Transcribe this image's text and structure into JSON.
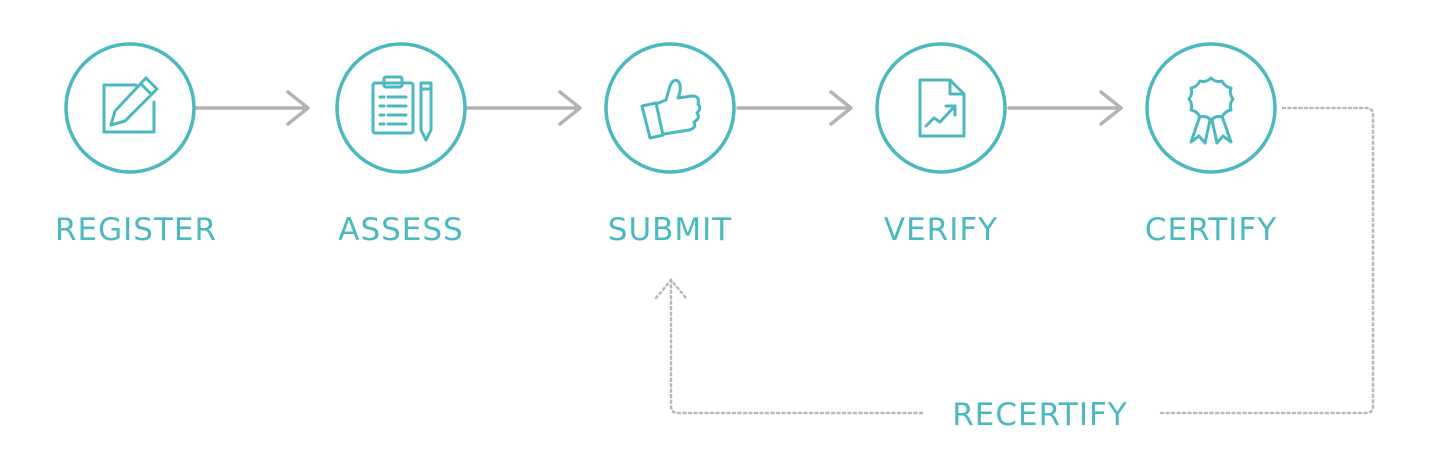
{
  "colors": {
    "accent": "#4cb8bf",
    "arrow": "#b3b3b3",
    "loop": "#b9b9b9"
  },
  "steps": [
    {
      "label": "REGISTER",
      "icon": "edit-icon"
    },
    {
      "label": "ASSESS",
      "icon": "clipboard-icon"
    },
    {
      "label": "SUBMIT",
      "icon": "thumbs-up-icon"
    },
    {
      "label": "VERIFY",
      "icon": "report-chart-icon"
    },
    {
      "label": "CERTIFY",
      "icon": "award-ribbon-icon"
    }
  ],
  "loop": {
    "label": "RECERTIFY"
  }
}
